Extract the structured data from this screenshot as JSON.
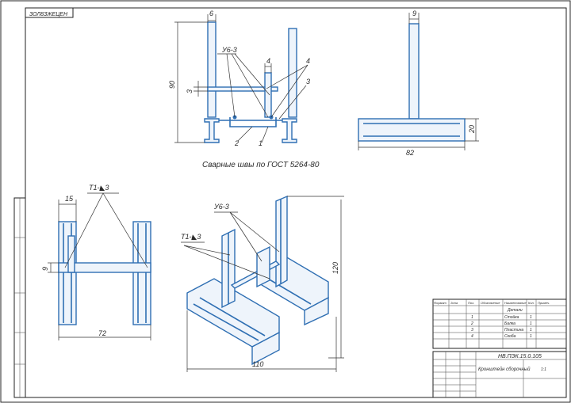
{
  "stamp": {
    "top_left_code": "ЗОЛ8ЗЖЕЦЕН"
  },
  "front_view": {
    "dim_top": "6",
    "dim_left": "90",
    "dim_side": "3",
    "dim_mid": "4",
    "weld_label": "У6-3",
    "callouts": [
      "1",
      "2",
      "3",
      "4"
    ],
    "weld_note": "Сварные швы по ГОСТ 5264-80"
  },
  "side_view": {
    "dim_top": "9",
    "dim_right": "20",
    "dim_bottom": "82"
  },
  "top_view": {
    "dim_top": "15",
    "dim_left": "9",
    "dim_bottom": "72",
    "weld_label": "Т1-◣3"
  },
  "iso_view": {
    "weld_top": "У6-3",
    "weld_left": "Т1-◣3",
    "dim_right": "120",
    "dim_bottom": "110"
  },
  "spec_table": {
    "headers": [
      "Формат",
      "Зона",
      "Поз.",
      "Обозначение",
      "Наименование",
      "Кол.",
      "Примеч."
    ],
    "section": "Детали",
    "rows": [
      {
        "pos": "1",
        "name": "Стойка",
        "qty": "1"
      },
      {
        "pos": "2",
        "name": "Балка",
        "qty": "1"
      },
      {
        "pos": "3",
        "name": "Пластина",
        "qty": "1"
      },
      {
        "pos": "4",
        "name": "Скоба",
        "qty": "1"
      }
    ]
  },
  "title_block": {
    "designation": "НВ.ПЭК.15.0.105",
    "name": "Кронштейн сборочный",
    "sheet": "1:1"
  }
}
